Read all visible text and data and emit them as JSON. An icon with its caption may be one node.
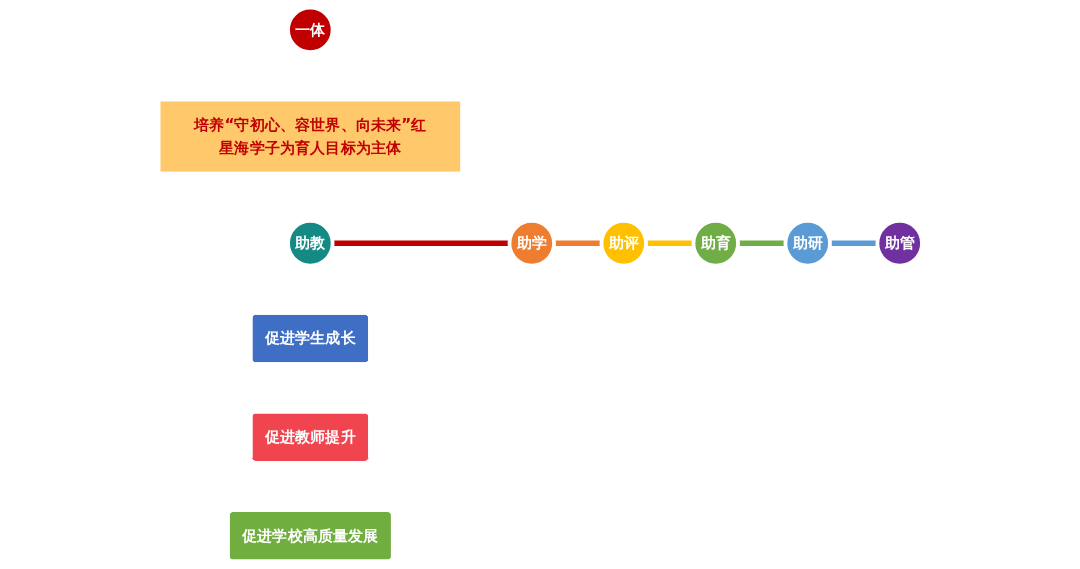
{
  "diagram": {
    "nodes": [
      {
        "text": [
          "助评"
        ]
      },
      {
        "text": [
          "助育"
        ]
      },
      {
        "text": [
          "助学"
        ]
      },
      {
        "text": [
          "一体"
        ]
      },
      {
        "text": [
          "助研"
        ]
      },
      {
        "text": [
          "培养“守初心、容世界、向未来”红星海学子为育人目标为主体"
        ]
      },
      {
        "text": [
          "助教"
        ]
      },
      {
        "text": [
          "助管"
        ]
      },
      {
        "text": [
          "促进学生成长"
        ]
      },
      {
        "text": [
          "促进教师提升"
        ]
      },
      {
        "text": [
          "促进学校高质量发展"
        ]
      }
    ],
    "edges": [
      {
        "from": 6,
        "to": 2,
        "arrow": "none",
        "color": "#c00000"
      },
      {
        "from": 2,
        "to": 0,
        "arrow": "none",
        "color": "#ed7d31"
      },
      {
        "from": 0,
        "to": 1,
        "arrow": "none",
        "color": "#ffc000"
      },
      {
        "from": 1,
        "to": 4,
        "arrow": "none",
        "color": "#70ad47"
      },
      {
        "from": 4,
        "to": 7,
        "arrow": "none",
        "color": "#5b9bd5"
      }
    ]
  }
}
